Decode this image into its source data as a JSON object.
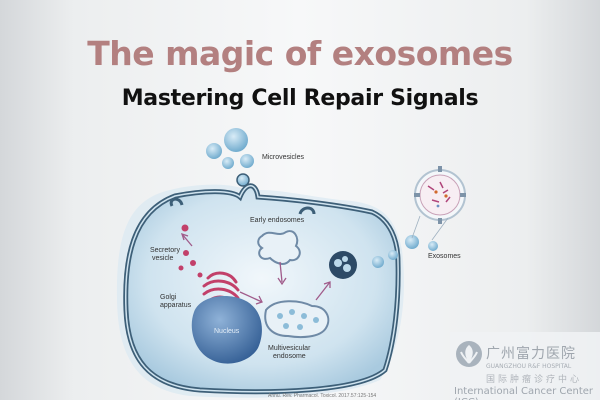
{
  "header": {
    "title": "The magic of exosomes",
    "subtitle": "Mastering Cell Repair Signals"
  },
  "diagram": {
    "labels": {
      "microvesicles": "Microvesicles",
      "early_endosomes": "Early endosomes",
      "secretory_vesicle_line1": "Secretory",
      "secretory_vesicle_line2": "vesicle",
      "golgi_line1": "Golgi",
      "golgi_line2": "apparatus",
      "nucleus": "Nucleus",
      "mve_line1": "Multivesicular",
      "mve_line2": "endosome",
      "exosomes": "Exosomes"
    },
    "citation": "Annu. Rev. Pharmacol. Toxicol. 2017.57:125-154"
  },
  "watermark": {
    "name_cn": "广州富力医院",
    "name_en": "GUANGZHOU R&F HOSPITAL",
    "center_cn": "国际肿瘤诊疗中心",
    "center_en": "International Cancer Center (ICC)"
  },
  "colors": {
    "title": "#b38080",
    "subtitle": "#111111",
    "membrane": "#3d5f78",
    "cytoplasm": "#cfe3ef",
    "vesicle": "#7fb6d6",
    "golgi": "#c2406a",
    "nucleus": "#3f6fa8"
  }
}
